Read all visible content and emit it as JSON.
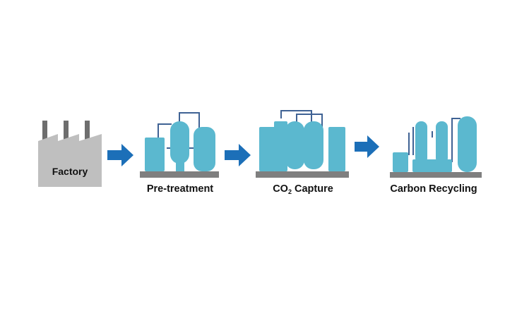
{
  "stages": [
    {
      "id": "factory",
      "label": "Factory"
    },
    {
      "id": "pretreatment",
      "label": "Pre-treatment"
    },
    {
      "id": "capture",
      "label_prefix": "CO",
      "label_sub": "2",
      "label_suffix": " Capture"
    },
    {
      "id": "recycling",
      "label": "Carbon Recycling"
    }
  ],
  "colors": {
    "tank": "#5bb8cf",
    "pipe": "#3f6294",
    "base": "#7f7f7f",
    "factory": "#bfbfbf",
    "chimney": "#6e6e6e",
    "arrow": "#1c6fb8"
  }
}
